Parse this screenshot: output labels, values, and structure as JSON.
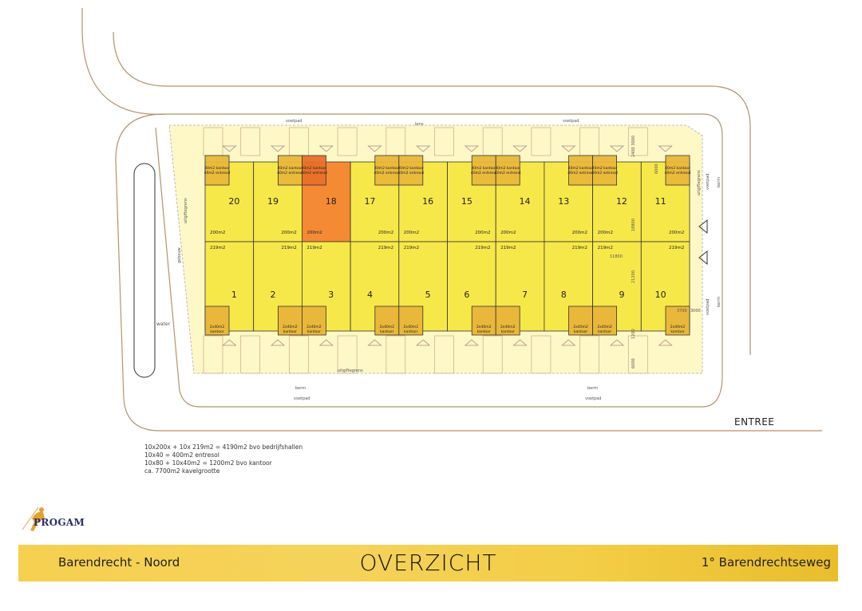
{
  "title": "OVERZICHT",
  "location_left": "Barendrecht - Noord",
  "location_right": "1° Barendrechtseweg",
  "logo": "PROGAM",
  "entree_label": "ENTREE",
  "notes": [
    "10x200x + 10x 219m2 = 4190m2 bvo  bedrijfshallen",
    "10x40 = 400m2 entresol",
    "10x80 + 10x40m2 = 1200m2 bvo kantoor",
    "ca. 7700m2 kavelgrootte"
  ],
  "units_top": [
    {
      "number": "20",
      "area": "200m2",
      "highlighted": false
    },
    {
      "number": "19",
      "area": "200m2",
      "highlighted": false
    },
    {
      "number": "18",
      "area": "200m2",
      "highlighted": true
    },
    {
      "number": "17",
      "area": "200m2",
      "highlighted": false
    },
    {
      "number": "16",
      "area": "200m2",
      "highlighted": false
    },
    {
      "number": "15",
      "area": "200m2",
      "highlighted": false
    },
    {
      "number": "14",
      "area": "200m2",
      "highlighted": false
    },
    {
      "number": "13",
      "area": "200m2",
      "highlighted": false
    },
    {
      "number": "12",
      "area": "200m2",
      "highlighted": false
    },
    {
      "number": "11",
      "area": "200m2",
      "highlighted": false
    }
  ],
  "units_bottom": [
    {
      "number": "1",
      "area": "219m2"
    },
    {
      "number": "2",
      "area": "219m2"
    },
    {
      "number": "3",
      "area": "219m2"
    },
    {
      "number": "4",
      "area": "219m2"
    },
    {
      "number": "5",
      "area": "219m2"
    },
    {
      "number": "6",
      "area": "219m2"
    },
    {
      "number": "7",
      "area": "219m2"
    },
    {
      "number": "8",
      "area": "219m2"
    },
    {
      "number": "9",
      "area": "219m2"
    },
    {
      "number": "10",
      "area": "219m2"
    }
  ],
  "office_top_label": [
    "40m2 kantoor",
    "40m2 entresol"
  ],
  "office_bottom_label": [
    "2x40m2",
    "kantoor"
  ],
  "site_labels": {
    "voetpad": "voetpad",
    "berm": "berm",
    "bms": "bms",
    "uitgiftegrens": "uitgiftegrens",
    "water": "water",
    "gebouw": "gebouw"
  },
  "dimensions": [
    "11800",
    "21200",
    "18800",
    "6000",
    "3700",
    "3000",
    "1200",
    "6000",
    "2400 3000"
  ],
  "colors": {
    "unit": "#f7e84a",
    "unit_highlight": "#f58a35",
    "office": "#e9b73a",
    "site": "#fdf8c6",
    "road_line": "#b8916a",
    "bar": "#f5d04f"
  }
}
